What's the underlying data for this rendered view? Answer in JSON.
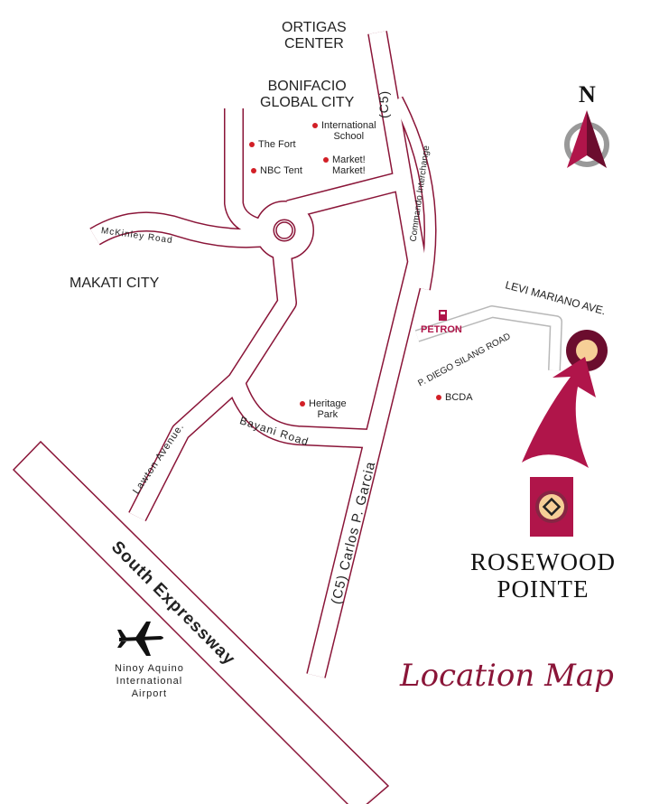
{
  "colors": {
    "road": "#8a1538",
    "accent": "#b0154a",
    "pin_outer": "#6b0d2e",
    "pin_inner": "#f6cf97",
    "gray_road": "#b8b8b8"
  },
  "areas": {
    "ortigas": "ORTIGAS\nCENTER",
    "bgc": "BONIFACIO\nGLOBAL CITY",
    "makati": "MAKATI CITY"
  },
  "pois": {
    "intl_school": "International\nSchool",
    "the_fort": "The Fort",
    "nbc_tent": "NBC Tent",
    "market": "Market!\nMarket!",
    "heritage": "Heritage\nPark",
    "bcda": "BCDA",
    "petron": "PETRON"
  },
  "roads": {
    "c5_top": "(C5)",
    "commando": "Commando Interchange",
    "mckinley": "McKinley Road",
    "lawton": "Lawton Avenue.",
    "bayani": "Bayani Road",
    "carlos": "(C5) Carlos P. Garcia",
    "south": "South Expressway",
    "levi": "LEVI MARIANO AVE.",
    "diego": "P. DIEGO SILANG ROAD"
  },
  "airport": "Ninoy Aquino\nInternational\nAirport",
  "compass": {
    "label": "N",
    "icon": "north-arrow-icon"
  },
  "brand": "ROSEWOOD\nPOINTE",
  "title": "Location Map"
}
